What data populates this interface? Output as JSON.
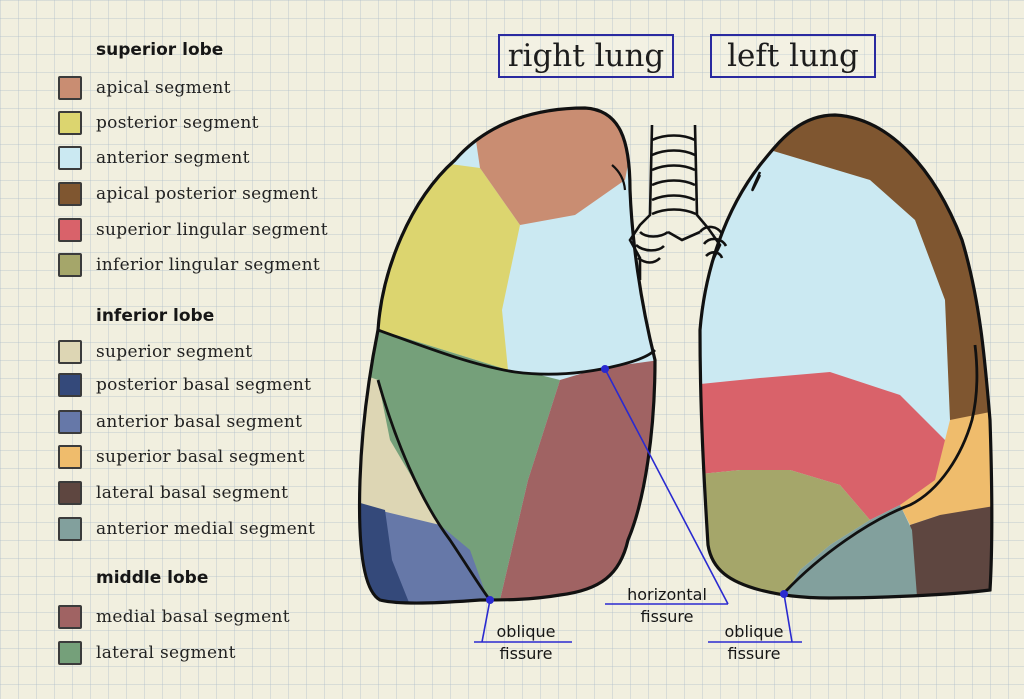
{
  "titles": {
    "right": "right lung",
    "left": "left lung"
  },
  "legend": {
    "superior": {
      "title": "superior lobe",
      "items": [
        {
          "label": "apical segment",
          "color": "#c98d72"
        },
        {
          "label": "posterior segment",
          "color": "#dcd56f"
        },
        {
          "label": "anterior segment",
          "color": "#cbe9f2"
        },
        {
          "label": "apical posterior segment",
          "color": "#7f5630"
        },
        {
          "label": "superior lingular segment",
          "color": "#d9626a"
        },
        {
          "label": "inferior lingular segment",
          "color": "#a5a66a"
        }
      ]
    },
    "inferior": {
      "title": "inferior lobe",
      "items": [
        {
          "label": "superior segment",
          "color": "#ddd6b4"
        },
        {
          "label": "posterior basal segment",
          "color": "#34497a"
        },
        {
          "label": "anterior basal segment",
          "color": "#6678a8"
        },
        {
          "label": "superior basal segment",
          "color": "#efbc6c"
        },
        {
          "label": "lateral basal segment",
          "color": "#5e4640"
        },
        {
          "label": "anterior medial segment",
          "color": "#82a09d"
        }
      ]
    },
    "middle": {
      "title": "middle lobe",
      "items": [
        {
          "label": "medial basal segment",
          "color": "#a06363"
        },
        {
          "label": "lateral segment",
          "color": "#75a07a"
        }
      ]
    }
  },
  "fissures": {
    "horizontal": [
      "horizontal",
      "fissure"
    ],
    "oblique_right": [
      "oblique",
      "fissure"
    ],
    "oblique_left": [
      "oblique",
      "fissure"
    ]
  },
  "colors": {
    "outline": "#111111",
    "fissure_line": "#2a2ad0",
    "title_border": "#2a2aa0",
    "background": "#f1efdf"
  }
}
